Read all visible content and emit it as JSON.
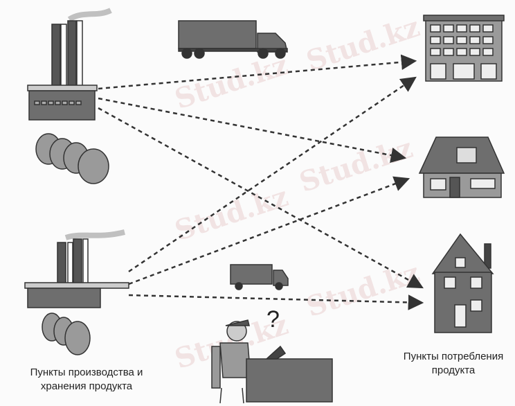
{
  "labels": {
    "production_line1": "Пункты производства  и",
    "production_line2": "хранения продукта",
    "consumption_line1": "Пункты потребления",
    "consumption_line2": "продукта"
  },
  "question_mark": "?",
  "watermark": "Stud.kz",
  "colors": {
    "ink": "#333333",
    "fill_dark": "#6e6e6e",
    "fill_mid": "#9a9a9a",
    "fill_light": "#c8c8c8"
  }
}
